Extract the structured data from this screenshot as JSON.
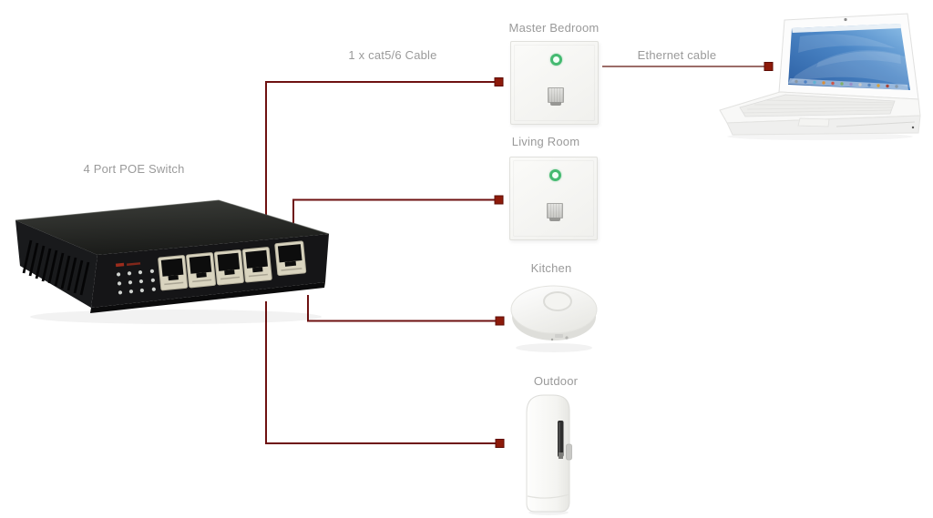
{
  "diagram": {
    "type": "network-topology",
    "labels": {
      "switch": "4 Port POE Switch",
      "cat5_cable": "1 x cat5/6 Cable",
      "ethernet_cable": "Ethernet cable"
    },
    "nodes": [
      {
        "id": "master-bedroom",
        "label": "Master Bedroom",
        "device": "in-wall-access-point",
        "led": "green"
      },
      {
        "id": "living-room",
        "label": "Living Room",
        "device": "in-wall-access-point",
        "led": "green"
      },
      {
        "id": "kitchen",
        "label": "Kitchen",
        "device": "ceiling-access-point"
      },
      {
        "id": "outdoor",
        "label": "Outdoor",
        "device": "outdoor-access-point"
      }
    ],
    "endpoints": [
      {
        "id": "poe-switch",
        "device": "4-port-poe-switch"
      },
      {
        "id": "laptop",
        "device": "white-laptop"
      }
    ],
    "colors": {
      "cable": "#6e1111",
      "ethernet_cable": "#9b6c68",
      "connector": "#8d1a0a",
      "label_text": "#9a9a9a",
      "led_green": "#45ba71",
      "background": "#ffffff"
    }
  }
}
